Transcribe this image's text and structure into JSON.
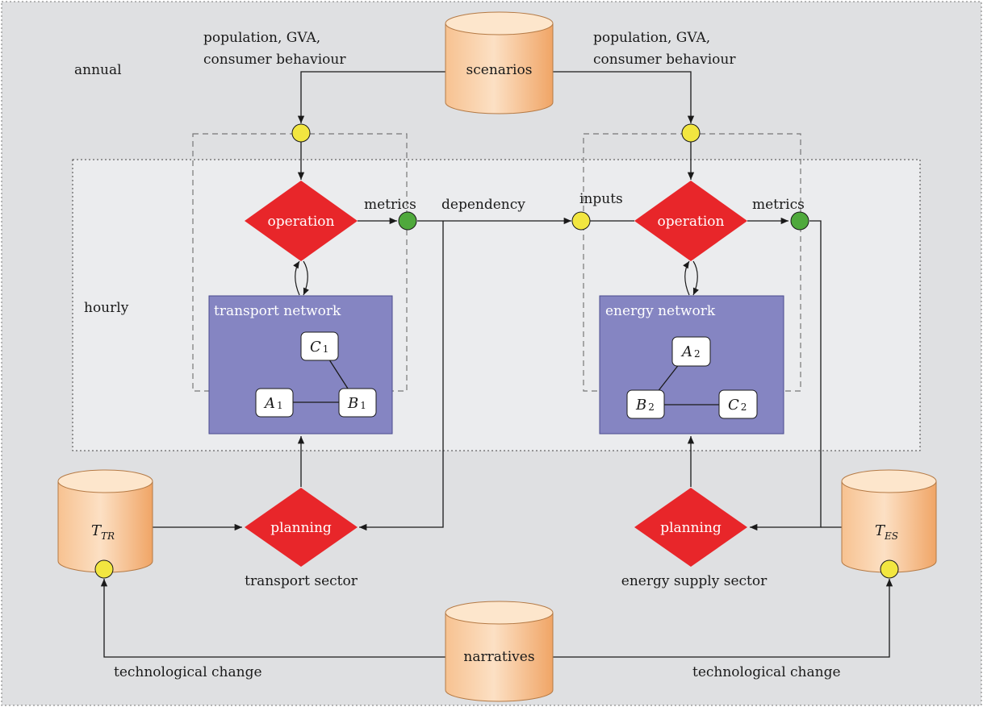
{
  "labels": {
    "annual": "annual",
    "hourly": "hourly",
    "inputs_left": "population, GVA,",
    "inputs_left_2": "consumer behaviour",
    "inputs_right": "population, GVA,",
    "inputs_right_2": "consumer behaviour",
    "scenarios": "scenarios",
    "narratives": "narratives",
    "tech_change_left": "technological change",
    "tech_change_right": "technological change",
    "metrics_left": "metrics",
    "metrics_right": "metrics",
    "dependency": "dependency",
    "inputs": "inputs",
    "operation_left": "operation",
    "operation_right": "operation",
    "planning_left": "planning",
    "planning_right": "planning",
    "transport_network": "transport network",
    "energy_network": "energy network",
    "transport_sector": "transport sector",
    "energy_supply_sector": "energy supply sector"
  },
  "nodes": {
    "C1": {
      "main": "C",
      "sub": "1"
    },
    "A1": {
      "main": "A",
      "sub": "1"
    },
    "B1": {
      "main": "B",
      "sub": "1"
    },
    "A2": {
      "main": "A",
      "sub": "2"
    },
    "B2": {
      "main": "B",
      "sub": "2"
    },
    "C2": {
      "main": "C",
      "sub": "2"
    },
    "TTR": {
      "main": "T",
      "sub": "TR"
    },
    "TES": {
      "main": "T",
      "sub": "ES"
    }
  },
  "colors": {
    "outer_bg": "#dfe0e2",
    "hourly_bg": "#ebecee",
    "network_fill": "#8585c2",
    "diamond_fill": "#e8262a",
    "port_yellow": "#f2e640",
    "port_green": "#4fa93c",
    "cylinder_top": "#fde3c8",
    "cylinder_body": "#f7b77e"
  }
}
